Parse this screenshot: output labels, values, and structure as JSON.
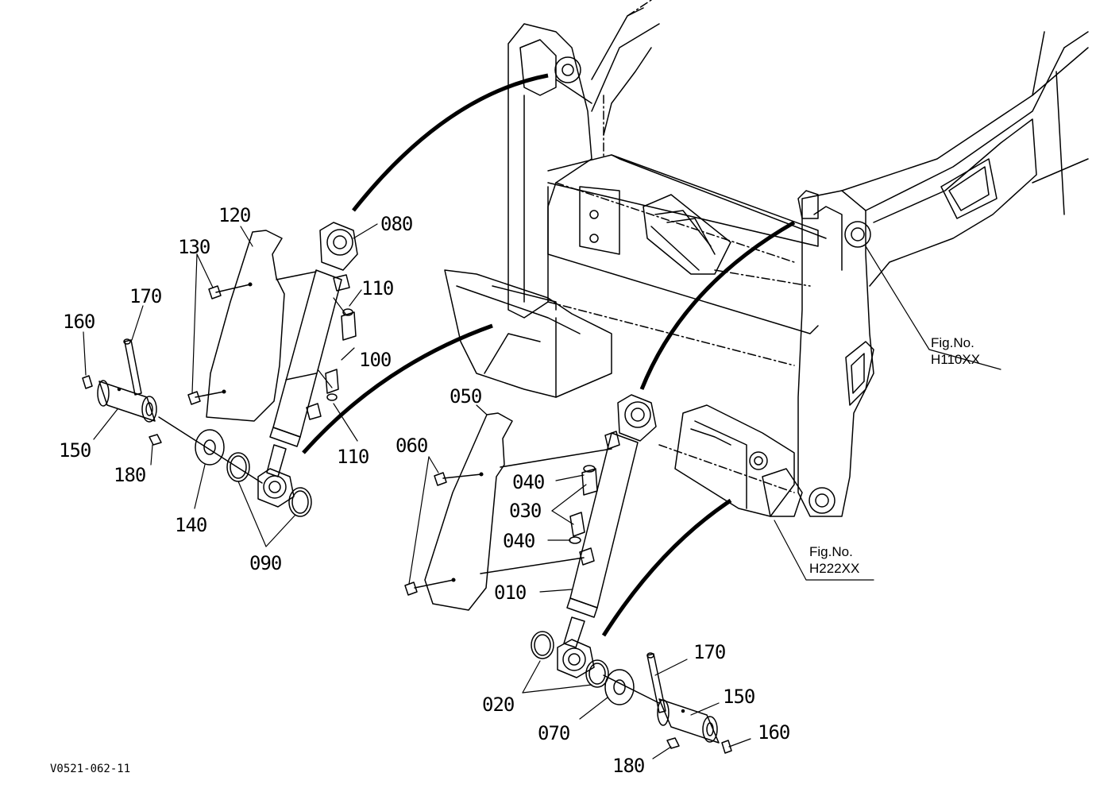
{
  "drawing_id": "V0521-062-11",
  "fig_refs": [
    {
      "title": "Fig.No.",
      "code": "H110XX"
    },
    {
      "title": "Fig.No.",
      "code": "H222XX"
    }
  ],
  "callouts": {
    "c120": "120",
    "c130": "130",
    "c170_left": "170",
    "c160_left": "160",
    "c150_left": "150",
    "c180_left": "180",
    "c140": "140",
    "c090": "090",
    "c080": "080",
    "c110_top": "110",
    "c100": "100",
    "c110_bottom": "110",
    "c050": "050",
    "c060": "060",
    "c040_top": "040",
    "c030": "030",
    "c040_bottom": "040",
    "c010": "010",
    "c020": "020",
    "c070": "070",
    "c170_right": "170",
    "c150_right": "150",
    "c160_right": "160",
    "c180_right": "180"
  },
  "colors": {
    "line": "#000000",
    "background": "#ffffff"
  }
}
